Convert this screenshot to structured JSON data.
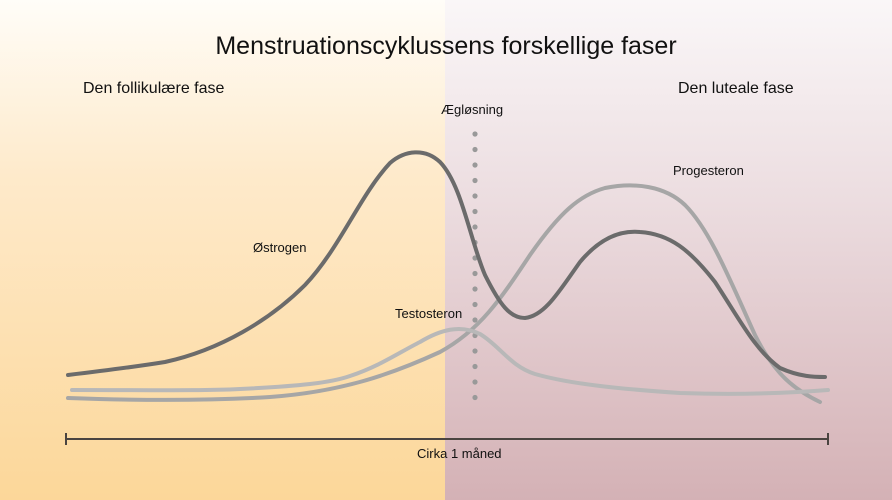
{
  "title": "Menstruationscyklussens forskellige faser",
  "phases": {
    "follicular": "Den follikulære fase",
    "luteal": "Den luteale fase"
  },
  "ovulation_label": "Ægløsning",
  "curves": {
    "estrogen": "Østrogen",
    "progesterone": "Progesteron",
    "testosterone": "Testosteron"
  },
  "timeline_label": "Cirka 1 måned",
  "colors": {
    "estrogen": "#6b6b6b",
    "progesterone": "#a6a6a6",
    "testosterone": "#b8b8b8",
    "left_phase": "#fcd799",
    "right_phase": "#d4b1b5"
  }
}
